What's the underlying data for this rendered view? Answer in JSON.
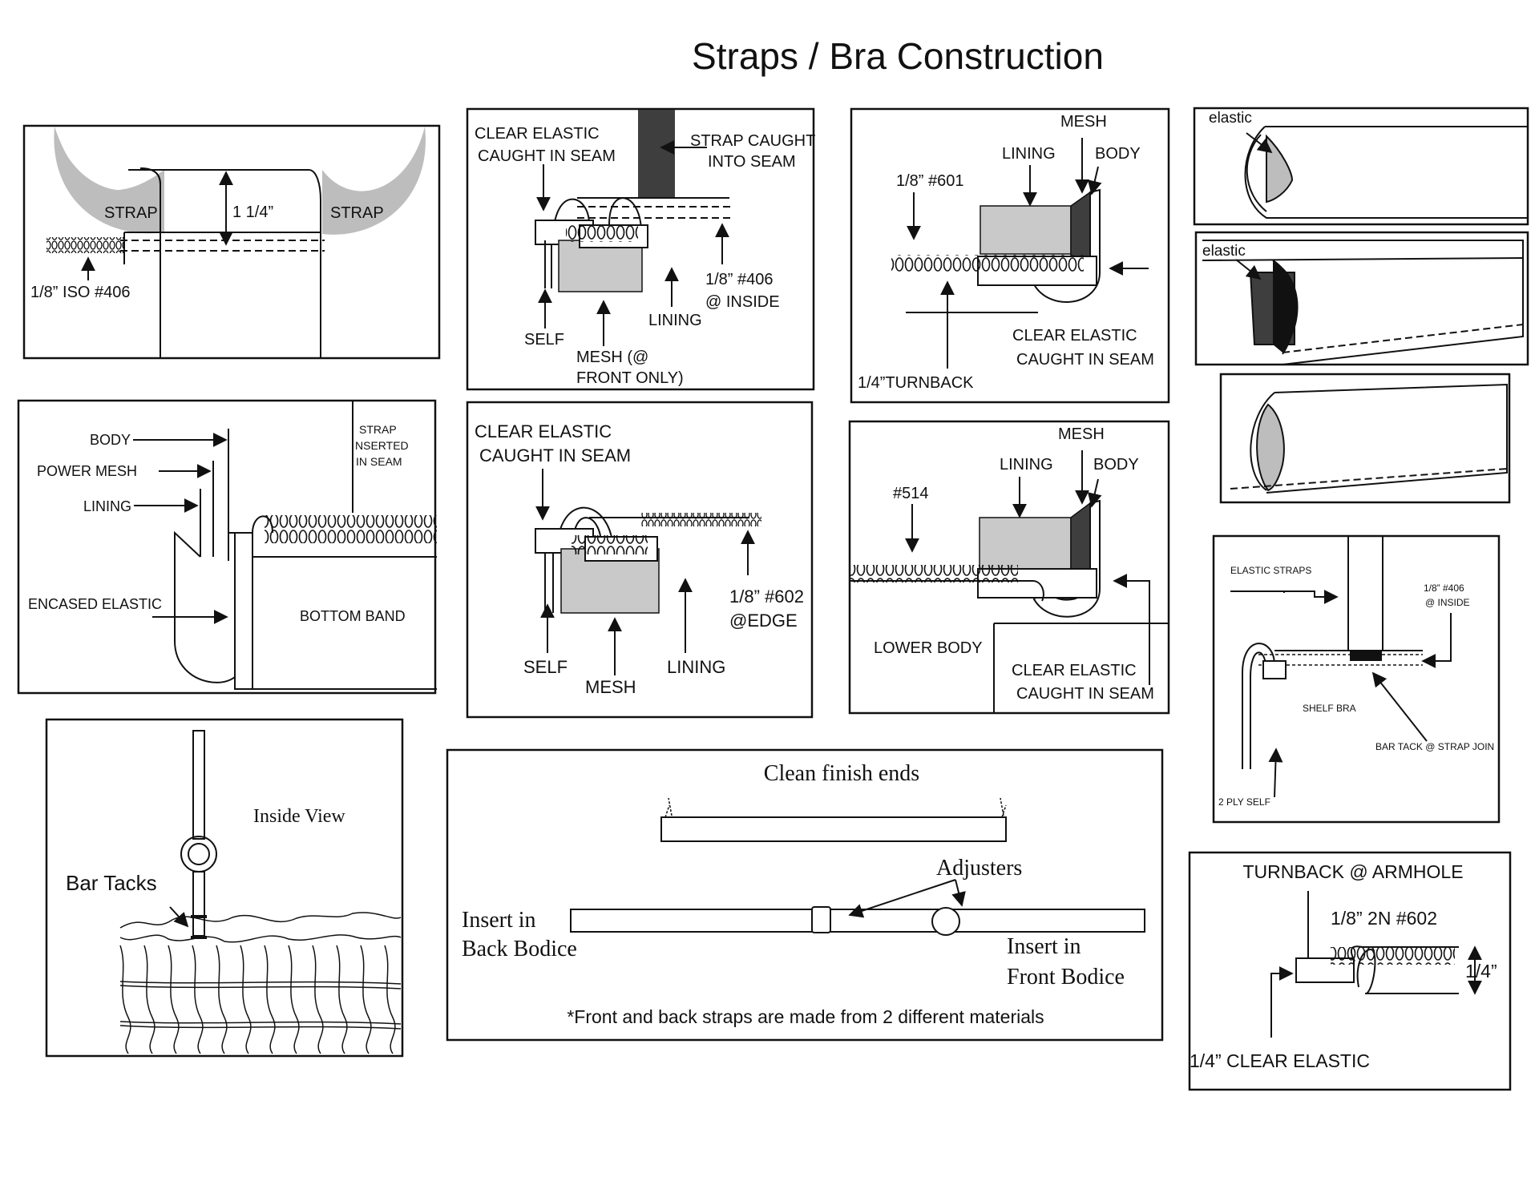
{
  "title": "Straps / Bra Construction",
  "panel_strap_seam": {
    "strap_left": "STRAP",
    "strap_right": "STRAP",
    "width": "1 1/4”",
    "stitch": "1/8” ISO #406"
  },
  "panel_406_inside": {
    "clear_elastic": [
      "CLEAR ELASTIC",
      "CAUGHT IN SEAM"
    ],
    "strap_caught": [
      "STRAP CAUGHT",
      "INTO SEAM"
    ],
    "stitch": [
      "1/8” #406",
      "@ INSIDE"
    ],
    "lining": "LINING",
    "self": "SELF",
    "mesh": [
      "MESH (@",
      "FRONT ONLY)"
    ]
  },
  "panel_601": {
    "mesh": "MESH",
    "lining": "LINING",
    "body": "BODY",
    "stitch": "1/8” #601",
    "clear_elastic": [
      "CLEAR ELASTIC",
      "CAUGHT IN SEAM"
    ],
    "turnback": "1/4”TURNBACK"
  },
  "panel_elastic_views": {
    "label_1": "elastic",
    "label_2": "elastic"
  },
  "panel_bottom_band": {
    "body": "BODY",
    "power_mesh": "POWER MESH",
    "lining": "LINING",
    "strap_inserted": [
      "STRAP",
      "NSERTED",
      "IN SEAM"
    ],
    "encased_elastic": "ENCASED ELASTIC",
    "bottom_band": "BOTTOM BAND"
  },
  "panel_602_edge": {
    "clear_elastic": [
      "CLEAR ELASTIC",
      "CAUGHT IN SEAM"
    ],
    "stitch": [
      "1/8” #602",
      "@EDGE"
    ],
    "self": "SELF",
    "mesh": "MESH",
    "lining": "LINING"
  },
  "panel_514": {
    "mesh": "MESH",
    "lining": "LINING",
    "body": "BODY",
    "stitch": "#514",
    "lower_body": "LOWER BODY",
    "clear_elastic": [
      "CLEAR ELASTIC",
      "CAUGHT IN SEAM"
    ]
  },
  "panel_shelf_bra": {
    "elastic_straps": "ELASTIC STRAPS",
    "stitch": [
      "1/8” #406",
      "@ INSIDE"
    ],
    "shelf_bra": "SHELF BRA",
    "bar_tack": "BAR TACK @ STRAP JOIN",
    "two_ply": "2 PLY SELF"
  },
  "panel_inside_view": {
    "inside_view": "Inside View",
    "bar_tacks": "Bar Tacks"
  },
  "panel_clean_finish": {
    "clean_finish": "Clean finish ends",
    "adjusters": "Adjusters",
    "insert_back": [
      "Insert in",
      "Back Bodice"
    ],
    "insert_front": [
      "Insert in",
      "Front Bodice"
    ],
    "note": "*Front and back straps are made from 2 different materials"
  },
  "panel_armhole": {
    "title": "TURNBACK @ ARMHOLE",
    "stitch": "1/8” 2N #602",
    "width": "1/4”",
    "clear_elastic": "1/4” CLEAR ELASTIC"
  }
}
